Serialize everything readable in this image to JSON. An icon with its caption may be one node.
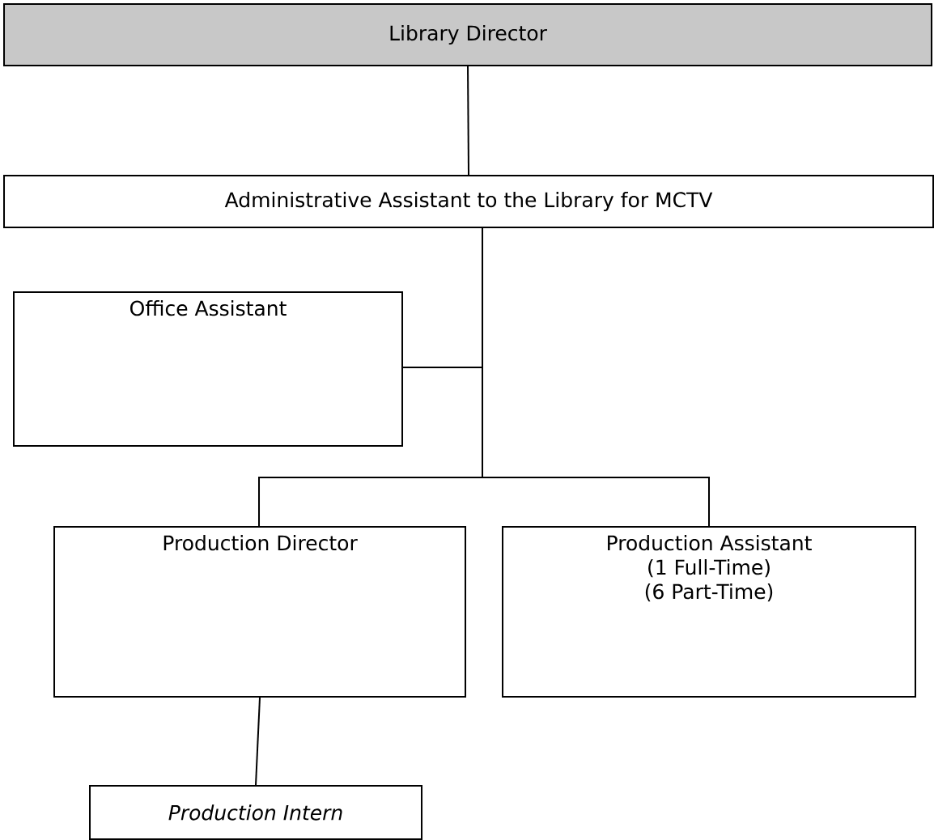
{
  "diagram": {
    "nodes": [
      {
        "text": [
          "Library Director"
        ]
      },
      {
        "text": [
          "Administrative Assistant to the Library for MCTV"
        ]
      },
      {
        "text": [
          "Office Assistant"
        ]
      },
      {
        "text": [
          "Production Director"
        ]
      },
      {
        "text": [
          "Production Assistant",
          "(1 Full-Time)",
          "(6 Part-Time)"
        ]
      },
      {
        "text": [
          "*Production Intern*"
        ]
      }
    ],
    "edges": [
      {
        "from": 0,
        "to": 1,
        "arrow": "none"
      },
      {
        "from": 1,
        "to": 2,
        "arrow": "none"
      },
      {
        "from": 1,
        "to": 3,
        "arrow": "none"
      },
      {
        "from": 1,
        "to": 4,
        "arrow": "none"
      },
      {
        "from": 3,
        "to": 5,
        "arrow": "none"
      }
    ]
  }
}
